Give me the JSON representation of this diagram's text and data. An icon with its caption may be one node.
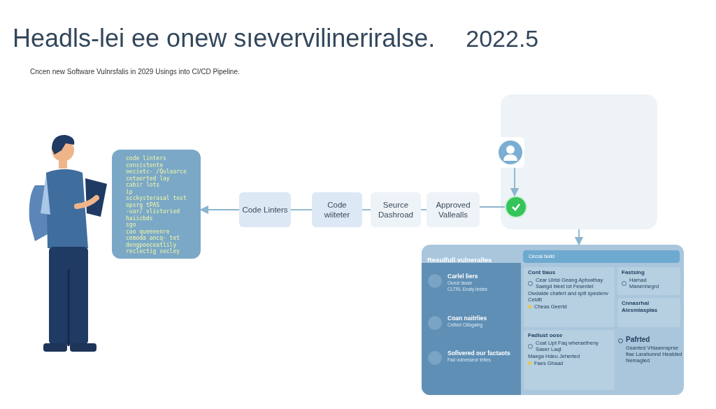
{
  "diagram": {
    "title": "Headls-lei ee onew sıevervilineriralse.",
    "nodes": [
      {
        "text": [
          "code linters",
          "consistente",
          "oecietc- /Qulaarce",
          "cotaorted lay",
          "cabir lots",
          "ip",
          "scckysterasal test",
          "opsrg tPAS",
          "-uar/ vlistoried",
          "haiicbds",
          "sgo",
          "cao queeeenre",
          "cemoda ancq- tet",
          "dengpoeceatlily",
          "reclectig secley"
        ]
      },
      {
        "text": [
          "Code Linters"
        ]
      },
      {
        "text": [
          "Code wiiteter"
        ]
      },
      {
        "text": [
          "Seurce Dashroad"
        ]
      },
      {
        "text": [
          "Approved Vallealls"
        ]
      },
      {
        "text": [],
        "shape": "box"
      },
      {
        "text": [],
        "shape": "person",
        "in": 5
      },
      {
        "text": [],
        "shape": "circle",
        "in": 5
      },
      {
        "text": [
          "Resulfull vulneralles"
        ]
      },
      {
        "text": [
          "Carlel liers",
          "Ource lause",
          "CLTRL Enaty lestes"
        ],
        "in": 8
      },
      {
        "text": [
          "Coan naitrlies",
          "Cellied Cillogaing"
        ],
        "in": 8
      },
      {
        "text": [
          "Sofivered our factaots",
          "Fad vulnesseor teltes"
        ],
        "in": 8
      },
      {
        "text": [
          "Cecral build"
        ],
        "in": 8
      },
      {
        "text": [
          "Cont tiaus",
          "Cear Ulrisl Geang Apfowthay Saeigd bleet lot Fesentel",
          "Owdalde chafert and sptt speslenv Cetdtt",
          "Cheas Geertd"
        ],
        "in": 8
      },
      {
        "text": [
          "Fastsing",
          "Harnad Manenhegrd"
        ],
        "in": 8
      },
      {
        "text": [
          "Cnnasrhal Alesmlasplas"
        ],
        "in": 8
      },
      {
        "text": [
          "Fadlust oose",
          "Coat Lipt Faq wheraetheny Saeer Laqt",
          "Maega Hdeu Jeherted",
          "Faes Ghaad"
        ],
        "in": 8
      }
    ],
    "edges": [
      {
        "from": 1,
        "to": 0,
        "arrow": "to"
      },
      {
        "from": 2,
        "to": 1,
        "arrow": "none"
      },
      {
        "from": 3,
        "to": 2,
        "arrow": "none"
      },
      {
        "from": 4,
        "to": 3,
        "arrow": "none"
      },
      {
        "from": 7,
        "to": 4,
        "arrow": "none"
      },
      {
        "from": 6,
        "to": 7,
        "arrow": "to"
      },
      {
        "from": 5,
        "to": 8,
        "arrow": "to"
      }
    ],
    "labels": [
      "2022.5",
      "Cncen new Software Vulnrsfalis in 2029 Usings into CI/CD Pipeline.",
      "Pafrted",
      "Gsanted Vhlaanraprse flae Larahunnd Heatded Nemagled"
    ]
  }
}
